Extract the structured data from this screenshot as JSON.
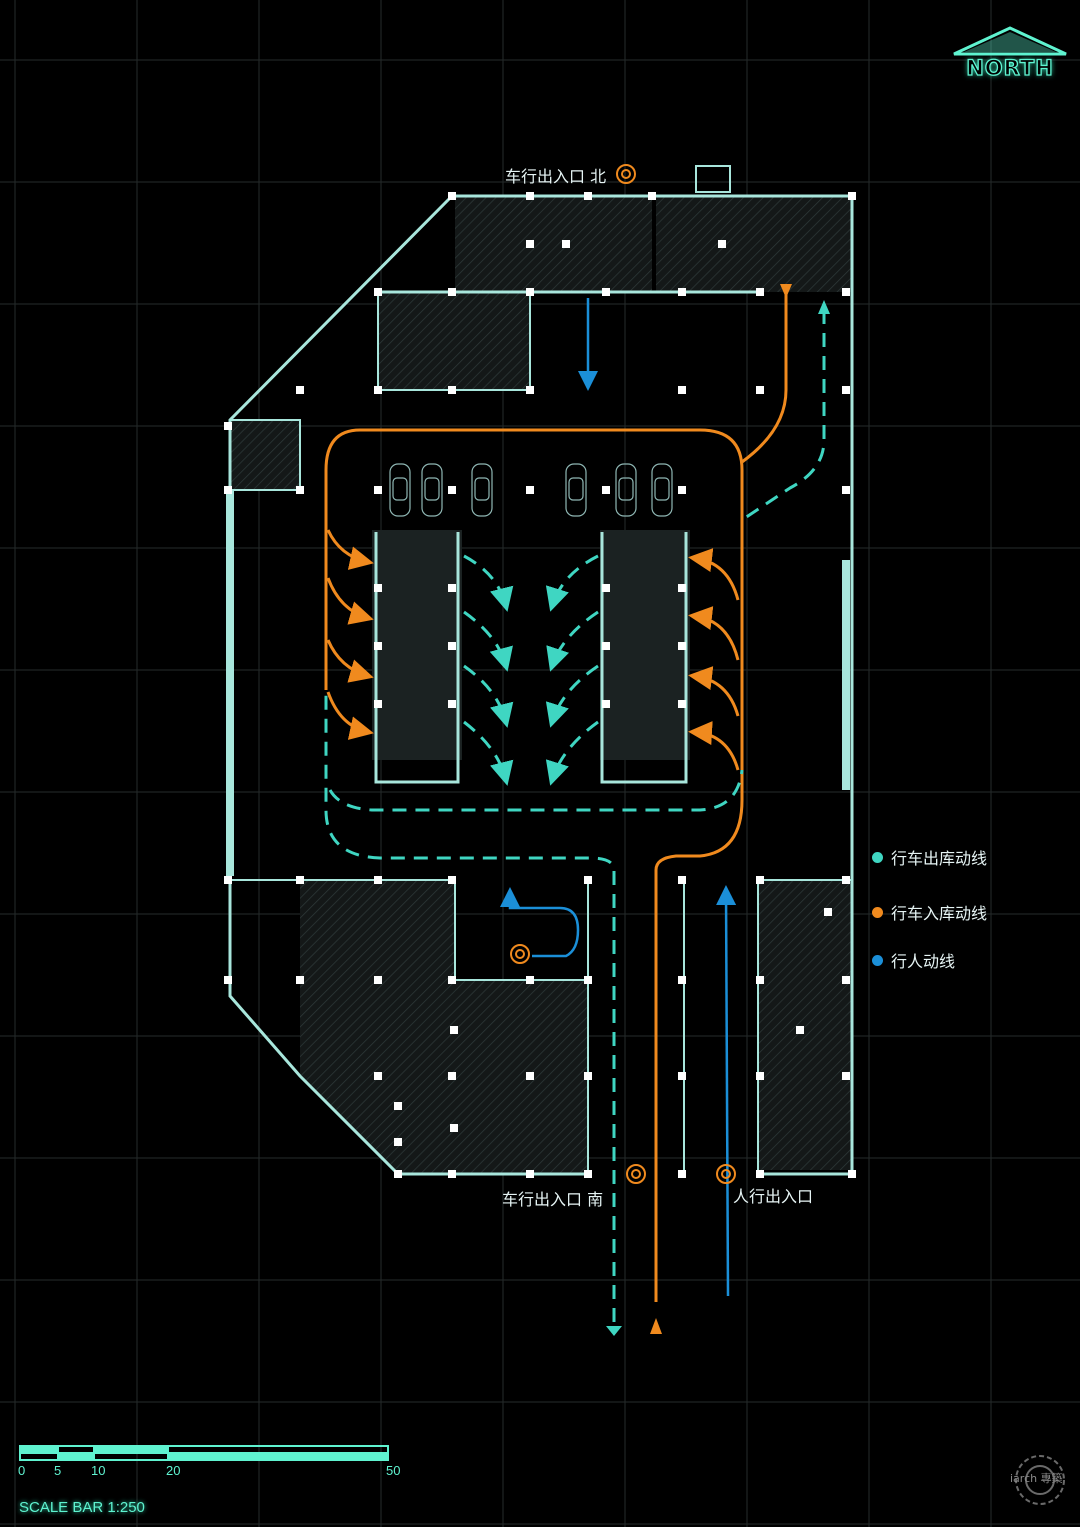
{
  "colors": {
    "background": "#000000",
    "grid": "#2a2f2f",
    "wall": "#a8e6dc",
    "exit_flow": "#3fd6c2",
    "entry_flow": "#f08a1e",
    "pedestrian_flow": "#1b8fd8",
    "accent": "#5ff3d0"
  },
  "north": {
    "label": "NORTH"
  },
  "labels": {
    "north_vehicle_entrance": "车行出入口 北",
    "south_vehicle_entrance": "车行出入口 南",
    "pedestrian_entrance": "人行出入口"
  },
  "legend": [
    {
      "label": "行车出库动线",
      "color": "#3fd6c2"
    },
    {
      "label": "行车入库动线",
      "color": "#f08a1e"
    },
    {
      "label": "行人动线",
      "color": "#1b8fd8"
    }
  ],
  "scale_bar": {
    "title": "SCALE BAR 1:250",
    "ticks": [
      "0",
      "5",
      "10",
      "20",
      "50"
    ]
  },
  "watermark": {
    "text": "iarch 專築"
  }
}
